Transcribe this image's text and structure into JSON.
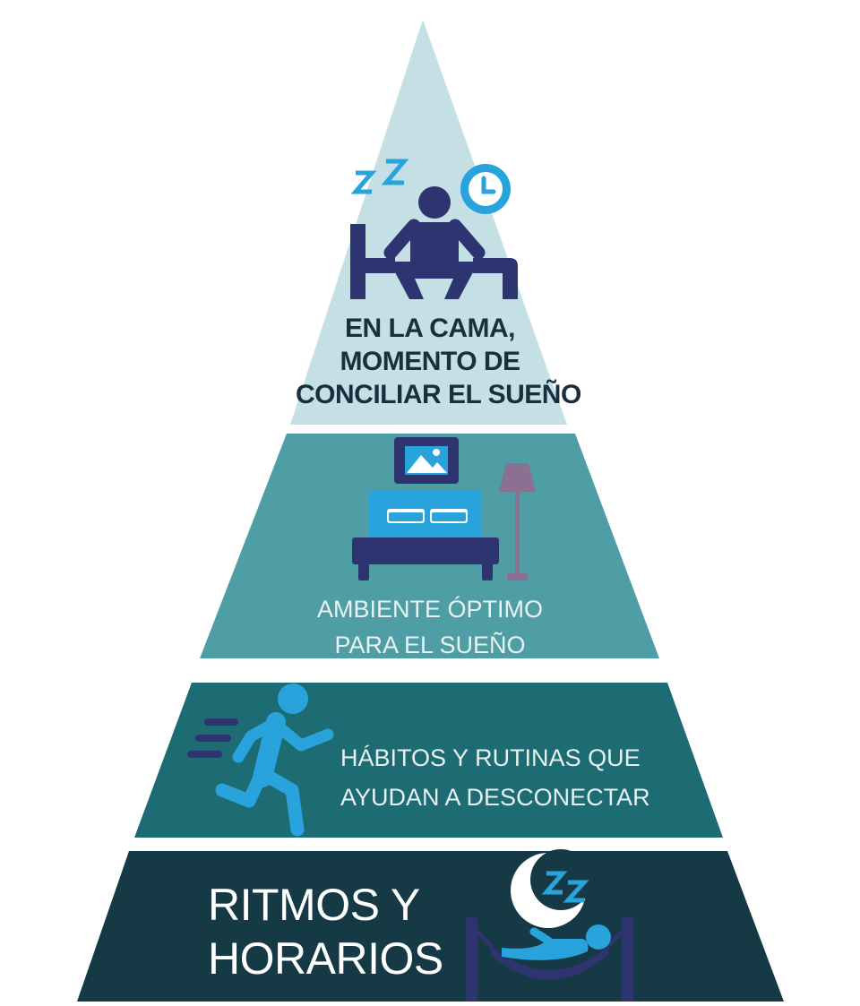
{
  "pyramid": {
    "levels": [
      {
        "id": "top",
        "lines": [
          "EN LA CAMA,",
          "MOMENTO DE",
          "CONCILIAR EL SUEÑO"
        ],
        "fill": "#c5e0e5",
        "text_color": "#1a2f3e",
        "icon": "sitting-in-bed-icon"
      },
      {
        "id": "second",
        "lines": [
          "AMBIENTE ÓPTIMO",
          "PARA EL SUEÑO"
        ],
        "fill": "#4f9ea5",
        "text_color": "#e8f3f4",
        "icon": "bedroom-icon"
      },
      {
        "id": "third",
        "lines": [
          "HÁBITOS Y RUTINAS QUE",
          "AYUDAN A DESCONECTAR"
        ],
        "fill": "#1d6b73",
        "text_color": "#e6f1f2",
        "icon": "running-person-icon"
      },
      {
        "id": "base",
        "lines": [
          "RITMOS Y",
          "HORARIOS"
        ],
        "fill": "#163a45",
        "text_color": "#ffffff",
        "icon": "hammock-moon-icon"
      }
    ]
  },
  "colors": {
    "navy": "#2e3470",
    "sky": "#29a3dc",
    "lamp": "#8a7191",
    "white": "#ffffff"
  },
  "icons": {
    "zz": "Z Z",
    "moon_zz": "Z Z"
  }
}
